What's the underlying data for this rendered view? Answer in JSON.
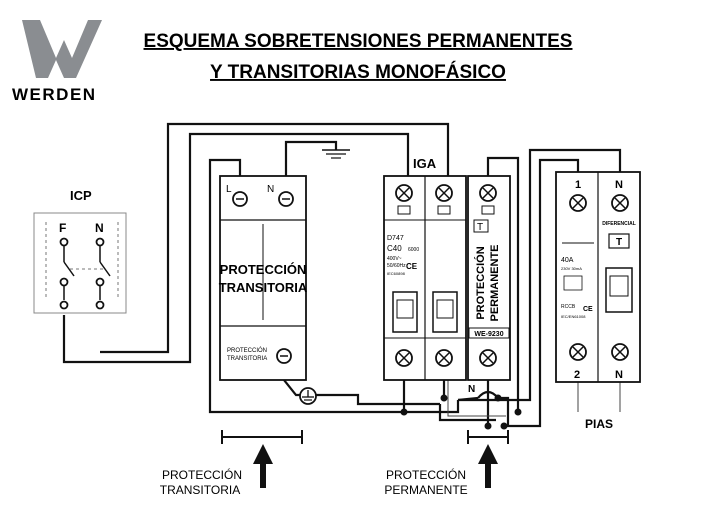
{
  "brand": {
    "name": "WERDEN",
    "logo_color": "#8a8d91"
  },
  "title": {
    "line1": "ESQUEMA SOBRETENSIONES PERMANENTES",
    "line2": "Y TRANSITORIAS MONOFÁSICO"
  },
  "icp": {
    "label": "ICP",
    "phase": "F",
    "neutral": "N"
  },
  "transient_module": {
    "terminal_l": "L",
    "terminal_n": "N",
    "body_line1": "PROTECCIÓN",
    "body_line2": "TRANSITORIA",
    "small_line1": "PROTECCIÓN",
    "small_line2": "TRANSITORIA"
  },
  "iga": {
    "label": "IGA",
    "model": "D747",
    "rating": "C40",
    "spec1": "400V~",
    "spec2": "50/60Hz",
    "spec3": "6000",
    "ce": "CE",
    "code": "IEC60898"
  },
  "permanent_module": {
    "t_mark": "T",
    "body_line1": "PROTECCIÓN",
    "body_line2": "PERMANENTE",
    "model": "WE-9230",
    "neutral_mark": "N"
  },
  "differential": {
    "top_left": "1",
    "top_right": "N",
    "label": "DIFERENCIAL",
    "t_mark": "T",
    "rating": "40A",
    "spec": "230V 30mA",
    "type": "RCCB",
    "ce": "CE",
    "code": "IEC/EN61008",
    "bottom_left": "2",
    "bottom_right": "N"
  },
  "pias_label": "PIAS",
  "captions": {
    "transient_line1": "PROTECCIÓN",
    "transient_line2": "TRANSITORIA",
    "permanent_line1": "PROTECCIÓN",
    "permanent_line2": "PERMANENTE"
  }
}
